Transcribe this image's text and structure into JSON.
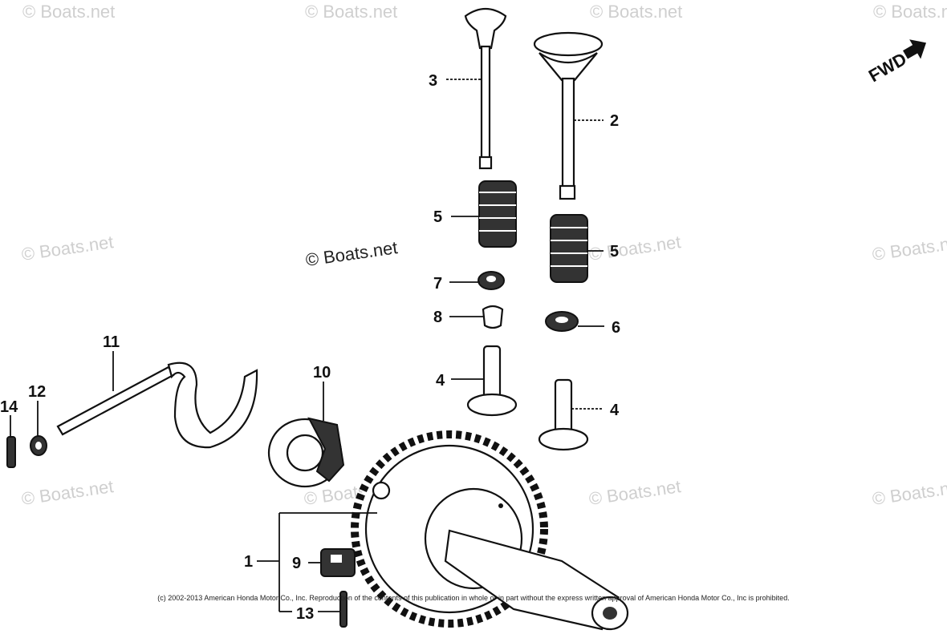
{
  "watermark": "© Boats.net",
  "fwd_label": "FWD",
  "callouts": {
    "c1": "1",
    "c2": "2",
    "c3": "3",
    "c4a": "4",
    "c4b": "4",
    "c5a": "5",
    "c5b": "5",
    "c6": "6",
    "c7": "7",
    "c8": "8",
    "c9": "9",
    "c10": "10",
    "c11": "11",
    "c12": "12",
    "c13": "13",
    "c14": "14"
  },
  "copyright": "(c) 2002-2013 American Honda Motor Co., Inc. Reproduction of the contents of this publication in whole or in part without the express written approval of American Honda Motor Co., Inc is prohibited."
}
